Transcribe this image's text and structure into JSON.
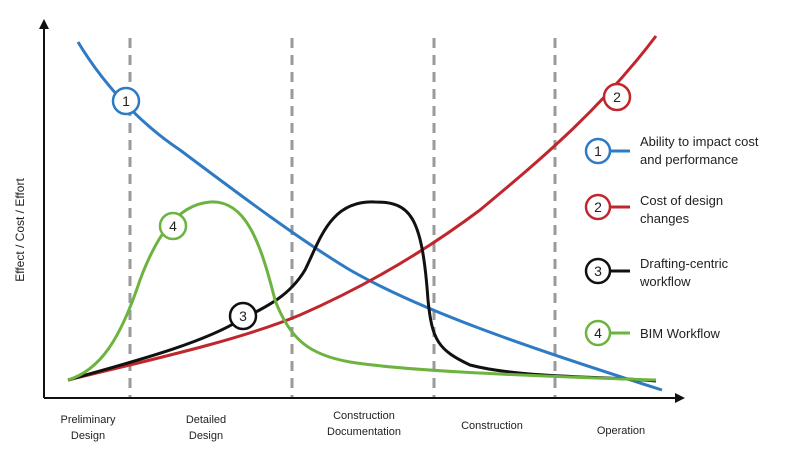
{
  "diagram": {
    "y_axis_label": "Effect / Cost / Effort",
    "phases": [
      {
        "label_lines": [
          "Preliminary",
          "Design"
        ]
      },
      {
        "label_lines": [
          "Detailed",
          "Design"
        ]
      },
      {
        "label_lines": [
          "Construction",
          "Documentation"
        ]
      },
      {
        "label_lines": [
          "Construction"
        ]
      },
      {
        "label_lines": [
          "Operation"
        ]
      }
    ],
    "curves": [
      {
        "id": "1",
        "color": "#2e7bc4",
        "legend_lines": [
          "Ability to impact cost",
          "and performance"
        ]
      },
      {
        "id": "2",
        "color": "#c0272d",
        "legend_lines": [
          "Cost of design",
          "changes"
        ]
      },
      {
        "id": "3",
        "color": "#111111",
        "legend_lines": [
          "Drafting-centric",
          "workflow"
        ]
      },
      {
        "id": "4",
        "color": "#6db33f",
        "legend_lines": [
          "BIM Workflow"
        ]
      }
    ]
  }
}
